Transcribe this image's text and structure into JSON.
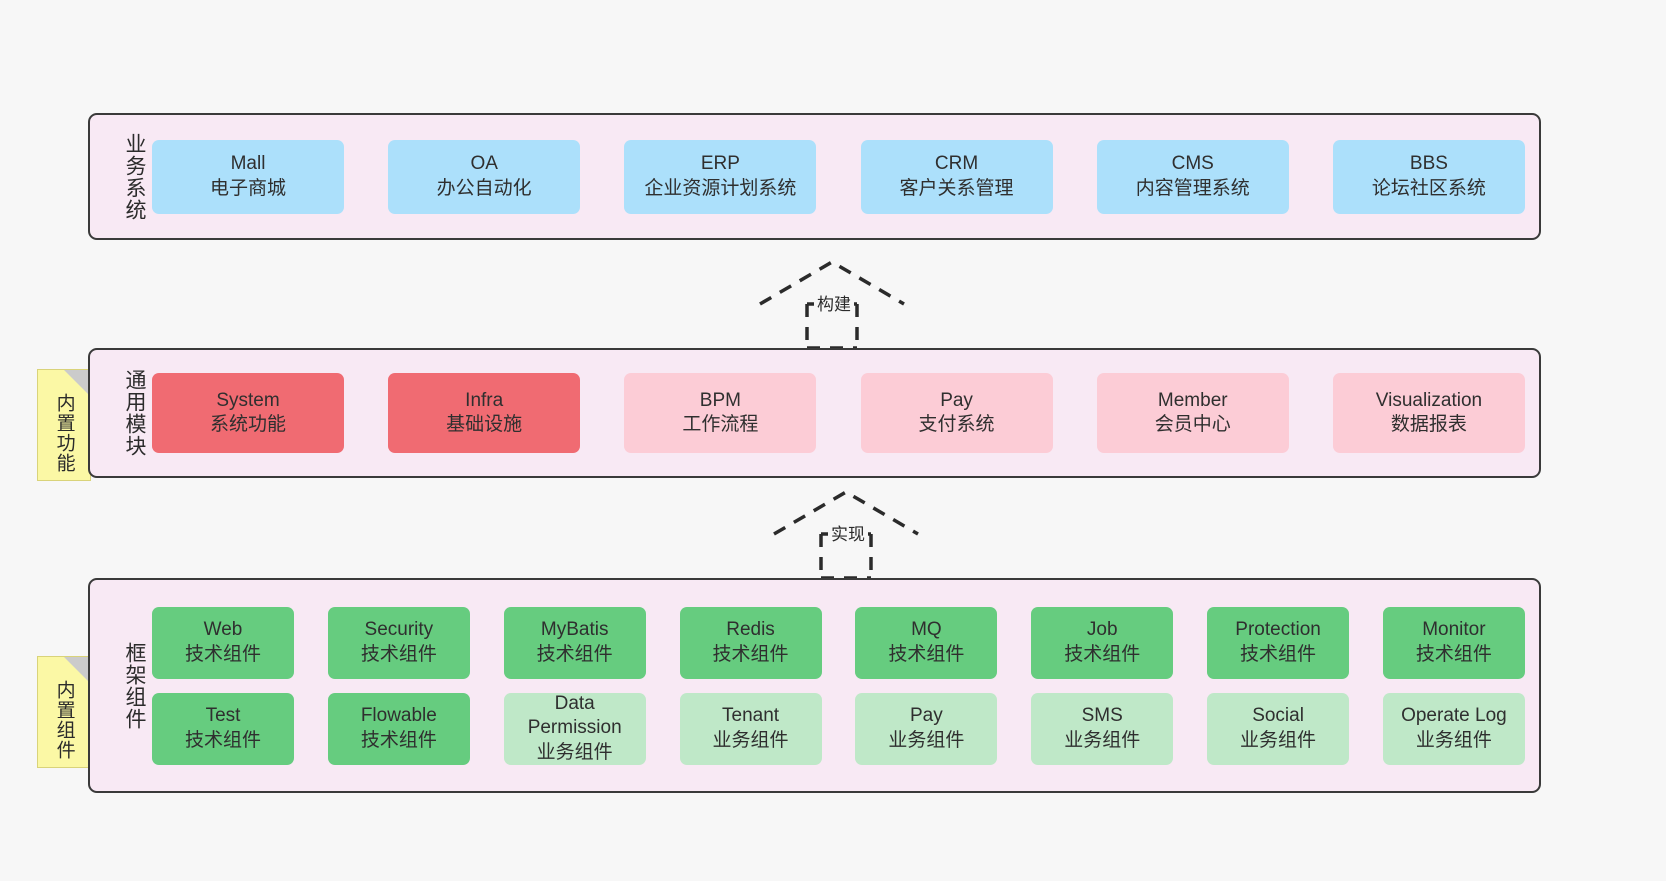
{
  "diagram": {
    "background_color": "#f7f7f7",
    "layers": [
      {
        "id": "business",
        "title": "业务系统",
        "color": "#ace0fb",
        "cards": [
          {
            "en": "Mall",
            "cn": "电子商城"
          },
          {
            "en": "OA",
            "cn": "办公自动化"
          },
          {
            "en": "ERP",
            "cn": "企业资源计划系统"
          },
          {
            "en": "CRM",
            "cn": "客户关系管理"
          },
          {
            "en": "CMS",
            "cn": "内容管理系统"
          },
          {
            "en": "BBS",
            "cn": "论坛社区系统"
          }
        ]
      },
      {
        "id": "modules",
        "title": "通用模块",
        "sticky": "内置功能",
        "colors": {
          "strong": "#f06b72",
          "light": "#fcccd6"
        },
        "cards": [
          {
            "en": "System",
            "cn": "系统功能",
            "variant": "strong"
          },
          {
            "en": "Infra",
            "cn": "基础设施",
            "variant": "strong"
          },
          {
            "en": "BPM",
            "cn": "工作流程",
            "variant": "light"
          },
          {
            "en": "Pay",
            "cn": "支付系统",
            "variant": "light"
          },
          {
            "en": "Member",
            "cn": "会员中心",
            "variant": "light"
          },
          {
            "en": "Visualization",
            "cn": "数据报表",
            "variant": "light"
          }
        ]
      },
      {
        "id": "framework",
        "title": "框架组件",
        "sticky": "内置组件",
        "colors": {
          "tech": "#66cc7f",
          "business": "#bfe8c8"
        },
        "row1": [
          {
            "en": "Web",
            "cn": "技术组件"
          },
          {
            "en": "Security",
            "cn": "技术组件"
          },
          {
            "en": "MyBatis",
            "cn": "技术组件"
          },
          {
            "en": "Redis",
            "cn": "技术组件"
          },
          {
            "en": "MQ",
            "cn": "技术组件"
          },
          {
            "en": "Job",
            "cn": "技术组件"
          },
          {
            "en": "Protection",
            "cn": "技术组件"
          },
          {
            "en": "Monitor",
            "cn": "技术组件"
          }
        ],
        "row2": [
          {
            "en": "Test",
            "cn": "技术组件",
            "variant": "tech"
          },
          {
            "en": "Flowable",
            "cn": "技术组件",
            "variant": "tech"
          },
          {
            "en": "Data Permission",
            "cn": "业务组件",
            "variant": "business"
          },
          {
            "en": "Tenant",
            "cn": "业务组件",
            "variant": "business"
          },
          {
            "en": "Pay",
            "cn": "业务组件",
            "variant": "business"
          },
          {
            "en": "SMS",
            "cn": "业务组件",
            "variant": "business"
          },
          {
            "en": "Social",
            "cn": "业务组件",
            "variant": "business"
          },
          {
            "en": "Operate Log",
            "cn": "业务组件",
            "variant": "business"
          }
        ]
      }
    ],
    "connectors": [
      {
        "id": "build",
        "label": "构建",
        "style": "dashed-hollow-arrow-up"
      },
      {
        "id": "impl",
        "label": "实现",
        "style": "dashed-hollow-arrow-up"
      }
    ]
  }
}
